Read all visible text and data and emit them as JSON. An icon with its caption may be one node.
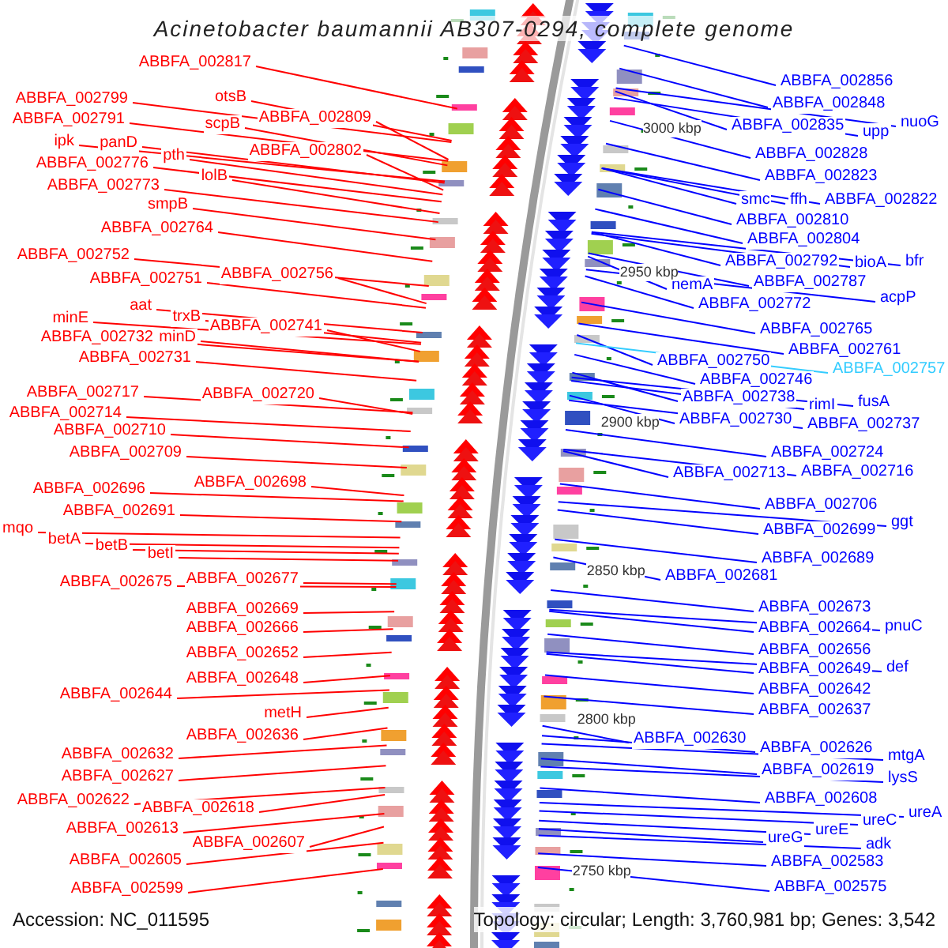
{
  "diagram": {
    "title": "Acinetobacter baumannii AB307-0294, complete genome",
    "nodes": [
      {
        "text": [
          "ABBFA_002817"
        ]
      },
      {
        "text": [
          "otsB"
        ]
      },
      {
        "text": [
          "ABBFA_002799"
        ]
      },
      {
        "text": [
          "ABBFA_002809"
        ]
      },
      {
        "text": [
          "ABBFA_002791"
        ]
      },
      {
        "text": [
          "scpB"
        ]
      },
      {
        "text": [
          "ipk"
        ]
      },
      {
        "text": [
          "panD"
        ]
      },
      {
        "text": [
          "ABBFA_002802"
        ]
      },
      {
        "text": [
          "pth"
        ]
      },
      {
        "text": [
          "ABBFA_002776"
        ]
      },
      {
        "text": [
          "lolB"
        ]
      },
      {
        "text": [
          "ABBFA_002773"
        ]
      },
      {
        "text": [
          "smpB"
        ]
      },
      {
        "text": [
          "ABBFA_002764"
        ]
      },
      {
        "text": [
          "ABBFA_002752"
        ]
      },
      {
        "text": [
          "ABBFA_002756"
        ]
      },
      {
        "text": [
          "ABBFA_002751"
        ]
      },
      {
        "text": [
          "aat"
        ]
      },
      {
        "text": [
          "trxB"
        ]
      },
      {
        "text": [
          "minE"
        ]
      },
      {
        "text": [
          "ABBFA_002741"
        ]
      },
      {
        "text": [
          "ABBFA_002732"
        ]
      },
      {
        "text": [
          "minD"
        ]
      },
      {
        "text": [
          "ABBFA_002731"
        ]
      },
      {
        "text": [
          "ABBFA_002717"
        ]
      },
      {
        "text": [
          "ABBFA_002720"
        ]
      },
      {
        "text": [
          "ABBFA_002714"
        ]
      },
      {
        "text": [
          "ABBFA_002710"
        ]
      },
      {
        "text": [
          "ABBFA_002709"
        ]
      },
      {
        "text": [
          "ABBFA_002698"
        ]
      },
      {
        "text": [
          "ABBFA_002696"
        ]
      },
      {
        "text": [
          "ABBFA_002691"
        ]
      },
      {
        "text": [
          "mqo"
        ]
      },
      {
        "text": [
          "betA"
        ]
      },
      {
        "text": [
          "betB"
        ]
      },
      {
        "text": [
          "betI"
        ]
      },
      {
        "text": [
          "ABBFA_002677"
        ]
      },
      {
        "text": [
          "ABBFA_002675"
        ]
      },
      {
        "text": [
          "ABBFA_002669"
        ]
      },
      {
        "text": [
          "ABBFA_002666"
        ]
      },
      {
        "text": [
          "ABBFA_002652"
        ]
      },
      {
        "text": [
          "ABBFA_002648"
        ]
      },
      {
        "text": [
          "ABBFA_002644"
        ]
      },
      {
        "text": [
          "metH"
        ]
      },
      {
        "text": [
          "ABBFA_002636"
        ]
      },
      {
        "text": [
          "ABBFA_002632"
        ]
      },
      {
        "text": [
          "ABBFA_002627"
        ]
      },
      {
        "text": [
          "ABBFA_002622"
        ]
      },
      {
        "text": [
          "ABBFA_002618"
        ]
      },
      {
        "text": [
          "ABBFA_002613"
        ]
      },
      {
        "text": [
          "ABBFA_002607"
        ]
      },
      {
        "text": [
          "ABBFA_002605"
        ]
      },
      {
        "text": [
          "ABBFA_002599"
        ]
      },
      {
        "text": [
          "ABBFA_002856"
        ]
      },
      {
        "text": [
          "ABBFA_002848"
        ]
      },
      {
        "text": [
          "nuoG"
        ]
      },
      {
        "text": [
          "ABBFA_002835"
        ]
      },
      {
        "text": [
          "upp"
        ]
      },
      {
        "text": [
          "ABBFA_002828"
        ]
      },
      {
        "text": [
          "ABBFA_002823"
        ]
      },
      {
        "text": [
          "smc"
        ]
      },
      {
        "text": [
          "ffh"
        ]
      },
      {
        "text": [
          "ABBFA_002822"
        ]
      },
      {
        "text": [
          "ABBFA_002810"
        ]
      },
      {
        "text": [
          "ABBFA_002804"
        ]
      },
      {
        "text": [
          "ABBFA_002792"
        ]
      },
      {
        "text": [
          "bioA"
        ]
      },
      {
        "text": [
          "bfr"
        ]
      },
      {
        "text": [
          "hemA"
        ]
      },
      {
        "text": [
          "ABBFA_002787"
        ]
      },
      {
        "text": [
          "acpP"
        ]
      },
      {
        "text": [
          "ABBFA_002772"
        ]
      },
      {
        "text": [
          "ABBFA_002765"
        ]
      },
      {
        "text": [
          "ABBFA_002761"
        ]
      },
      {
        "text": [
          "ABBFA_002750"
        ]
      },
      {
        "text": [
          "ABBFA_002757"
        ]
      },
      {
        "text": [
          "ABBFA_002746"
        ]
      },
      {
        "text": [
          "ABBFA_002738"
        ]
      },
      {
        "text": [
          "rimI"
        ]
      },
      {
        "text": [
          "fusA"
        ]
      },
      {
        "text": [
          "ABBFA_002730"
        ]
      },
      {
        "text": [
          "ABBFA_002737"
        ]
      },
      {
        "text": [
          "ABBFA_002724"
        ]
      },
      {
        "text": [
          "ABBFA_002713"
        ]
      },
      {
        "text": [
          "ABBFA_002716"
        ]
      },
      {
        "text": [
          "ABBFA_002706"
        ]
      },
      {
        "text": [
          "ggt"
        ]
      },
      {
        "text": [
          "ABBFA_002699"
        ]
      },
      {
        "text": [
          "ABBFA_002689"
        ]
      },
      {
        "text": [
          "ABBFA_002681"
        ]
      },
      {
        "text": [
          "ABBFA_002673"
        ]
      },
      {
        "text": [
          "ABBFA_002664"
        ]
      },
      {
        "text": [
          "pnuC"
        ]
      },
      {
        "text": [
          "ABBFA_002656"
        ]
      },
      {
        "text": [
          "ABBFA_002649"
        ]
      },
      {
        "text": [
          "def"
        ]
      },
      {
        "text": [
          "ABBFA_002642"
        ]
      },
      {
        "text": [
          "ABBFA_002637"
        ]
      },
      {
        "text": [
          "ABBFA_002630"
        ]
      },
      {
        "text": [
          "ABBFA_002626"
        ]
      },
      {
        "text": [
          "mtgA"
        ]
      },
      {
        "text": [
          "ABBFA_002619"
        ]
      },
      {
        "text": [
          "lysS"
        ]
      },
      {
        "text": [
          "ABBFA_002608"
        ]
      },
      {
        "text": [
          "ureA"
        ]
      },
      {
        "text": [
          "ureC"
        ]
      },
      {
        "text": [
          "ureE"
        ]
      },
      {
        "text": [
          "ureG"
        ]
      },
      {
        "text": [
          "adk"
        ]
      },
      {
        "text": [
          "ABBFA_002583"
        ]
      },
      {
        "text": [
          "ABBFA_002575"
        ]
      }
    ],
    "edges": [
      {
        "from": 0,
        "to": null,
        "arrow": "none",
        "color": "#ff0000"
      },
      {
        "from": 1,
        "to": null,
        "arrow": "none",
        "color": "#ff0000"
      },
      {
        "from": 2,
        "to": null,
        "arrow": "none",
        "color": "#ff0000"
      },
      {
        "from": 3,
        "to": null,
        "arrow": "none",
        "color": "#ff0000"
      },
      {
        "from": 4,
        "to": null,
        "arrow": "none",
        "color": "#ff0000"
      },
      {
        "from": 5,
        "to": null,
        "arrow": "none",
        "color": "#ff0000"
      },
      {
        "from": 6,
        "to": null,
        "arrow": "none",
        "color": "#ff0000"
      },
      {
        "from": 7,
        "to": null,
        "arrow": "none",
        "color": "#ff0000"
      },
      {
        "from": 8,
        "to": null,
        "arrow": "none",
        "color": "#ff0000"
      },
      {
        "from": 9,
        "to": null,
        "arrow": "none",
        "color": "#ff0000"
      },
      {
        "from": 10,
        "to": null,
        "arrow": "none",
        "color": "#ff0000"
      },
      {
        "from": 11,
        "to": null,
        "arrow": "none",
        "color": "#ff0000"
      },
      {
        "from": 12,
        "to": null,
        "arrow": "none",
        "color": "#ff0000"
      },
      {
        "from": 13,
        "to": null,
        "arrow": "none",
        "color": "#ff0000"
      },
      {
        "from": 14,
        "to": null,
        "arrow": "none",
        "color": "#ff0000"
      },
      {
        "from": 15,
        "to": null,
        "arrow": "none",
        "color": "#ff0000"
      },
      {
        "from": 16,
        "to": null,
        "arrow": "none",
        "color": "#ff0000"
      },
      {
        "from": 17,
        "to": null,
        "arrow": "none",
        "color": "#ff0000"
      },
      {
        "from": 18,
        "to": null,
        "arrow": "none",
        "color": "#ff0000"
      },
      {
        "from": 19,
        "to": null,
        "arrow": "none",
        "color": "#ff0000"
      },
      {
        "from": 20,
        "to": null,
        "arrow": "none",
        "color": "#ff0000"
      },
      {
        "from": 21,
        "to": null,
        "arrow": "none",
        "color": "#ff0000"
      },
      {
        "from": 22,
        "to": null,
        "arrow": "none",
        "color": "#ff0000"
      },
      {
        "from": 23,
        "to": null,
        "arrow": "none",
        "color": "#ff0000"
      },
      {
        "from": 24,
        "to": null,
        "arrow": "none",
        "color": "#ff0000"
      },
      {
        "from": 25,
        "to": null,
        "arrow": "none",
        "color": "#ff0000"
      },
      {
        "from": 26,
        "to": null,
        "arrow": "none",
        "color": "#ff0000"
      },
      {
        "from": 27,
        "to": null,
        "arrow": "none",
        "color": "#ff0000"
      },
      {
        "from": 28,
        "to": null,
        "arrow": "none",
        "color": "#ff0000"
      },
      {
        "from": 29,
        "to": null,
        "arrow": "none",
        "color": "#ff0000"
      },
      {
        "from": 30,
        "to": null,
        "arrow": "none",
        "color": "#ff0000"
      },
      {
        "from": 31,
        "to": null,
        "arrow": "none",
        "color": "#ff0000"
      },
      {
        "from": 32,
        "to": null,
        "arrow": "none",
        "color": "#ff0000"
      },
      {
        "from": 33,
        "to": null,
        "arrow": "none",
        "color": "#ff0000"
      },
      {
        "from": 34,
        "to": null,
        "arrow": "none",
        "color": "#ff0000"
      },
      {
        "from": 35,
        "to": null,
        "arrow": "none",
        "color": "#ff0000"
      },
      {
        "from": 36,
        "to": null,
        "arrow": "none",
        "color": "#ff0000"
      },
      {
        "from": 37,
        "to": null,
        "arrow": "none",
        "color": "#ff0000"
      },
      {
        "from": 38,
        "to": null,
        "arrow": "none",
        "color": "#ff0000"
      },
      {
        "from": 39,
        "to": null,
        "arrow": "none",
        "color": "#ff0000"
      },
      {
        "from": 40,
        "to": null,
        "arrow": "none",
        "color": "#ff0000"
      },
      {
        "from": 41,
        "to": null,
        "arrow": "none",
        "color": "#ff0000"
      },
      {
        "from": 42,
        "to": null,
        "arrow": "none",
        "color": "#ff0000"
      },
      {
        "from": 43,
        "to": null,
        "arrow": "none",
        "color": "#ff0000"
      },
      {
        "from": 44,
        "to": null,
        "arrow": "none",
        "color": "#ff0000"
      },
      {
        "from": 45,
        "to": null,
        "arrow": "none",
        "color": "#ff0000"
      },
      {
        "from": 46,
        "to": null,
        "arrow": "none",
        "color": "#ff0000"
      },
      {
        "from": 47,
        "to": null,
        "arrow": "none",
        "color": "#ff0000"
      },
      {
        "from": 48,
        "to": null,
        "arrow": "none",
        "color": "#ff0000"
      },
      {
        "from": 49,
        "to": null,
        "arrow": "none",
        "color": "#ff0000"
      },
      {
        "from": 50,
        "to": null,
        "arrow": "none",
        "color": "#ff0000"
      },
      {
        "from": 51,
        "to": null,
        "arrow": "none",
        "color": "#ff0000"
      },
      {
        "from": 52,
        "to": null,
        "arrow": "none",
        "color": "#ff0000"
      },
      {
        "from": 53,
        "to": null,
        "arrow": "none",
        "color": "#ff0000"
      },
      {
        "from": 54,
        "to": null,
        "arrow": "none"
      },
      {
        "from": 55,
        "to": null,
        "arrow": "none"
      },
      {
        "from": 56,
        "to": null,
        "arrow": "none"
      },
      {
        "from": 57,
        "to": null,
        "arrow": "none"
      },
      {
        "from": 58,
        "to": null,
        "arrow": "none"
      },
      {
        "from": 59,
        "to": null,
        "arrow": "none"
      },
      {
        "from": 60,
        "to": null,
        "arrow": "none"
      },
      {
        "from": 61,
        "to": null,
        "arrow": "none"
      },
      {
        "from": 62,
        "to": null,
        "arrow": "none"
      },
      {
        "from": 63,
        "to": null,
        "arrow": "none"
      },
      {
        "from": 64,
        "to": null,
        "arrow": "none"
      },
      {
        "from": 65,
        "to": null,
        "arrow": "none"
      },
      {
        "from": 66,
        "to": null,
        "arrow": "none"
      },
      {
        "from": 67,
        "to": null,
        "arrow": "none"
      },
      {
        "from": 68,
        "to": null,
        "arrow": "none"
      },
      {
        "from": 69,
        "to": null,
        "arrow": "none"
      },
      {
        "from": 70,
        "to": null,
        "arrow": "none"
      },
      {
        "from": 71,
        "to": null,
        "arrow": "none"
      },
      {
        "from": 72,
        "to": null,
        "arrow": "none"
      },
      {
        "from": 73,
        "to": null,
        "arrow": "none"
      },
      {
        "from": 74,
        "to": null,
        "arrow": "none"
      },
      {
        "from": 75,
        "to": null,
        "arrow": "none"
      },
      {
        "from": 76,
        "to": null,
        "arrow": "none",
        "color": "#33ccff"
      },
      {
        "from": 77,
        "to": null,
        "arrow": "none"
      },
      {
        "from": 78,
        "to": null,
        "arrow": "none"
      },
      {
        "from": 79,
        "to": null,
        "arrow": "none"
      },
      {
        "from": 80,
        "to": null,
        "arrow": "none"
      },
      {
        "from": 81,
        "to": null,
        "arrow": "none"
      },
      {
        "from": 82,
        "to": null,
        "arrow": "none"
      },
      {
        "from": 83,
        "to": null,
        "arrow": "none"
      },
      {
        "from": 84,
        "to": null,
        "arrow": "none"
      },
      {
        "from": 85,
        "to": null,
        "arrow": "none"
      },
      {
        "from": 86,
        "to": null,
        "arrow": "none"
      },
      {
        "from": 87,
        "to": null,
        "arrow": "none"
      },
      {
        "from": 88,
        "to": null,
        "arrow": "none"
      },
      {
        "from": 89,
        "to": null,
        "arrow": "none"
      },
      {
        "from": 90,
        "to": null,
        "arrow": "none"
      },
      {
        "from": 91,
        "to": null,
        "arrow": "none"
      },
      {
        "from": 92,
        "to": null,
        "arrow": "none"
      },
      {
        "from": 93,
        "to": null,
        "arrow": "none"
      },
      {
        "from": 94,
        "to": null,
        "arrow": "none"
      },
      {
        "from": 95,
        "to": null,
        "arrow": "none"
      },
      {
        "from": 96,
        "to": null,
        "arrow": "none"
      },
      {
        "from": 97,
        "to": null,
        "arrow": "none"
      },
      {
        "from": 98,
        "to": null,
        "arrow": "none"
      },
      {
        "from": 99,
        "to": null,
        "arrow": "none"
      },
      {
        "from": 100,
        "to": null,
        "arrow": "none"
      },
      {
        "from": 101,
        "to": null,
        "arrow": "none"
      },
      {
        "from": 102,
        "to": null,
        "arrow": "none"
      },
      {
        "from": 103,
        "to": null,
        "arrow": "none"
      },
      {
        "from": 104,
        "to": null,
        "arrow": "none"
      },
      {
        "from": 105,
        "to": null,
        "arrow": "none"
      },
      {
        "from": 106,
        "to": null,
        "arrow": "none"
      },
      {
        "from": 107,
        "to": null,
        "arrow": "none"
      },
      {
        "from": 108,
        "to": null,
        "arrow": "none"
      },
      {
        "from": 109,
        "to": null,
        "arrow": "none"
      },
      {
        "from": 110,
        "to": null,
        "arrow": "none"
      },
      {
        "from": 111,
        "to": null,
        "arrow": "none"
      }
    ],
    "labels": [
      "3000 kbp",
      "2950 kbp",
      "2900 kbp",
      "2850 kbp",
      "2800 kbp",
      "2750 kbp",
      "Accession: NC_011595",
      "Topology: circular; Length: 3,760,981 bp; Genes: 3,542"
    ]
  }
}
